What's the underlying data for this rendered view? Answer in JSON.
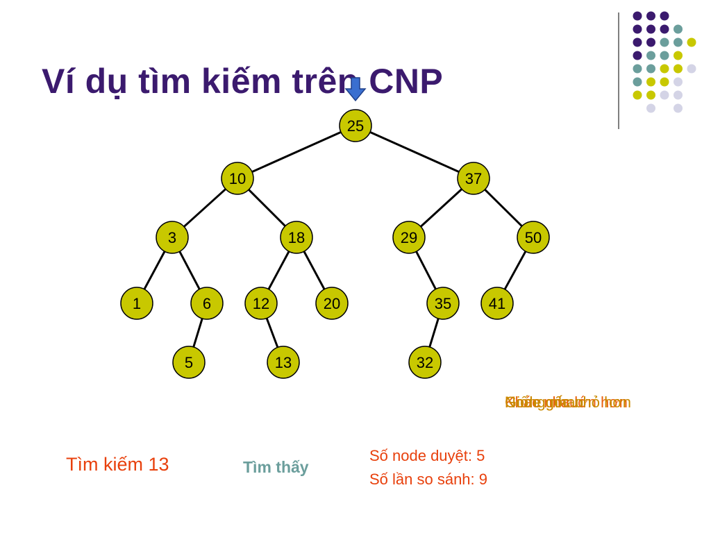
{
  "slide": {
    "title": "Ví dụ tìm kiếm trên CNP",
    "search_label": "Tìm kiếm 13",
    "found_label": "Tìm thấy",
    "overlapping_labels": [
      "Khác nhau",
      "Giống nhau",
      "Node gốc lớn hơn",
      "Node gốc nhỏ hơn"
    ],
    "stats": {
      "nodes_visited": "Số node duyệt: 5",
      "comparisons": "Số lần so sánh: 9"
    }
  },
  "tree": {
    "root": "25",
    "nodes": [
      "25",
      "10",
      "37",
      "3",
      "18",
      "29",
      "50",
      "1",
      "6",
      "12",
      "20",
      "35",
      "41",
      "5",
      "13",
      "32"
    ],
    "edges": [
      [
        "25",
        "10"
      ],
      [
        "25",
        "37"
      ],
      [
        "10",
        "3"
      ],
      [
        "10",
        "18"
      ],
      [
        "37",
        "29"
      ],
      [
        "37",
        "50"
      ],
      [
        "3",
        "1"
      ],
      [
        "3",
        "6"
      ],
      [
        "18",
        "12"
      ],
      [
        "18",
        "20"
      ],
      [
        "29",
        "35"
      ],
      [
        "50",
        "41"
      ],
      [
        "6",
        "5"
      ],
      [
        "12",
        "13"
      ],
      [
        "35",
        "32"
      ]
    ]
  },
  "colors": {
    "title": "#3b1a6e",
    "node_fill": "#c8c800",
    "accent_text": "#e8400c",
    "found_text": "#6b9e9c",
    "pointer": "#3a6fd0"
  },
  "icons": {
    "pointer": "down-arrow-icon",
    "decoration": "dot-grid-decoration"
  }
}
